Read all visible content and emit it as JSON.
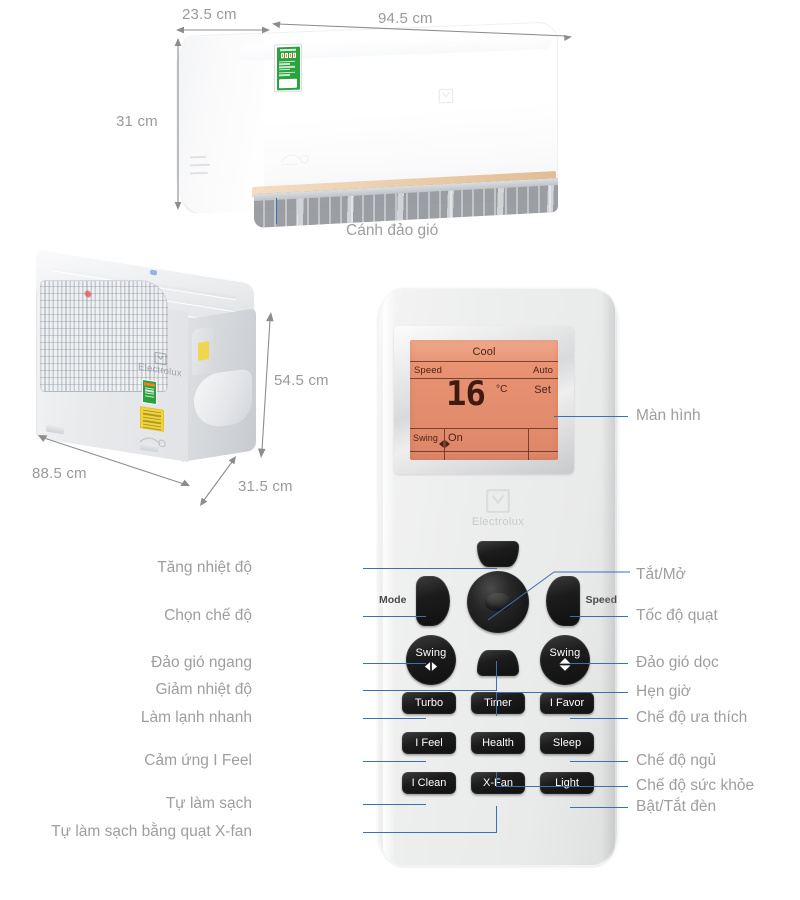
{
  "dimensions": {
    "indoor_depth": "23.5 cm",
    "indoor_width": "94.5 cm",
    "indoor_height": "31 cm",
    "outdoor_height": "54.5 cm",
    "outdoor_width": "88.5 cm",
    "outdoor_depth": "31.5 cm"
  },
  "indoor_callout": {
    "louver_label": "Cánh đảo gió"
  },
  "brand": {
    "indoor_logo": "electrolux-logo-icon",
    "outdoor_wordmark": "Electrolux",
    "remote_wordmark": "Electrolux"
  },
  "remote": {
    "display": {
      "mode": "Cool",
      "speed_label": "Speed",
      "speed_value": "Auto",
      "temperature": "16",
      "unit": "°C",
      "set_label": "Set",
      "swing_label": "Swing",
      "swing_value": "On"
    },
    "buttons": {
      "up": "",
      "down": "",
      "power": "",
      "mode": "Mode",
      "speed": "Speed",
      "swing_horizontal": "Swing",
      "swing_vertical": "Swing",
      "turbo": "Turbo",
      "timer": "Timer",
      "i_favor": "I Favor",
      "i_feel": "I Feel",
      "health": "Health",
      "sleep": "Sleep",
      "i_clean": "I Clean",
      "x_fan": "X-Fan",
      "light": "Light"
    }
  },
  "callouts_left": [
    {
      "text": "Tăng nhiệt độ"
    },
    {
      "text": "Chọn chế độ"
    },
    {
      "text": "Đảo gió ngang"
    },
    {
      "text": "Giảm nhiệt độ"
    },
    {
      "text": "Làm lạnh nhanh"
    },
    {
      "text": "Cảm ứng I Feel"
    },
    {
      "text": "Tự làm sạch"
    },
    {
      "text": "Tự làm sạch bằng quạt X-fan"
    }
  ],
  "callouts_right": [
    {
      "text": "Màn hình"
    },
    {
      "text": "Tắt/Mở"
    },
    {
      "text": "Tốc độ quạt"
    },
    {
      "text": "Đảo gió dọc"
    },
    {
      "text": "Hẹn giờ"
    },
    {
      "text": "Chế độ ưa thích"
    },
    {
      "text": "Chế độ ngủ"
    },
    {
      "text": "Chế độ sức khỏe"
    },
    {
      "text": "Bật/Tắt đèn"
    }
  ],
  "colors": {
    "leader_line": "#3c6fb5",
    "label_text": "#9e9e9e",
    "dimension_text": "#9a9a9a",
    "lcd_background": "#e8926f",
    "lcd_text": "#4a2316",
    "button_black": "#131313",
    "remote_body": "#ebecec",
    "energy_label_green": "#28a33f"
  }
}
